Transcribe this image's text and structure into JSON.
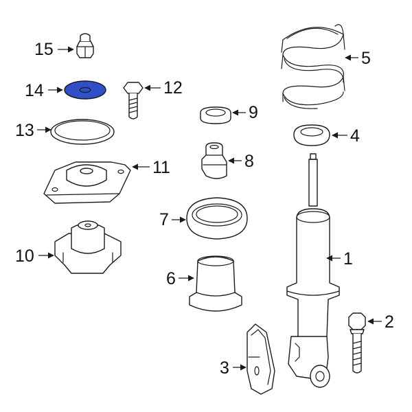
{
  "diagram": {
    "highlight_color": "#2f4fc9",
    "line_color": "#1a1a1a",
    "callouts": [
      "1",
      "2",
      "3",
      "4",
      "5",
      "6",
      "7",
      "8",
      "9",
      "10",
      "11",
      "12",
      "13",
      "14",
      "15"
    ],
    "highlighted_part": "14"
  }
}
